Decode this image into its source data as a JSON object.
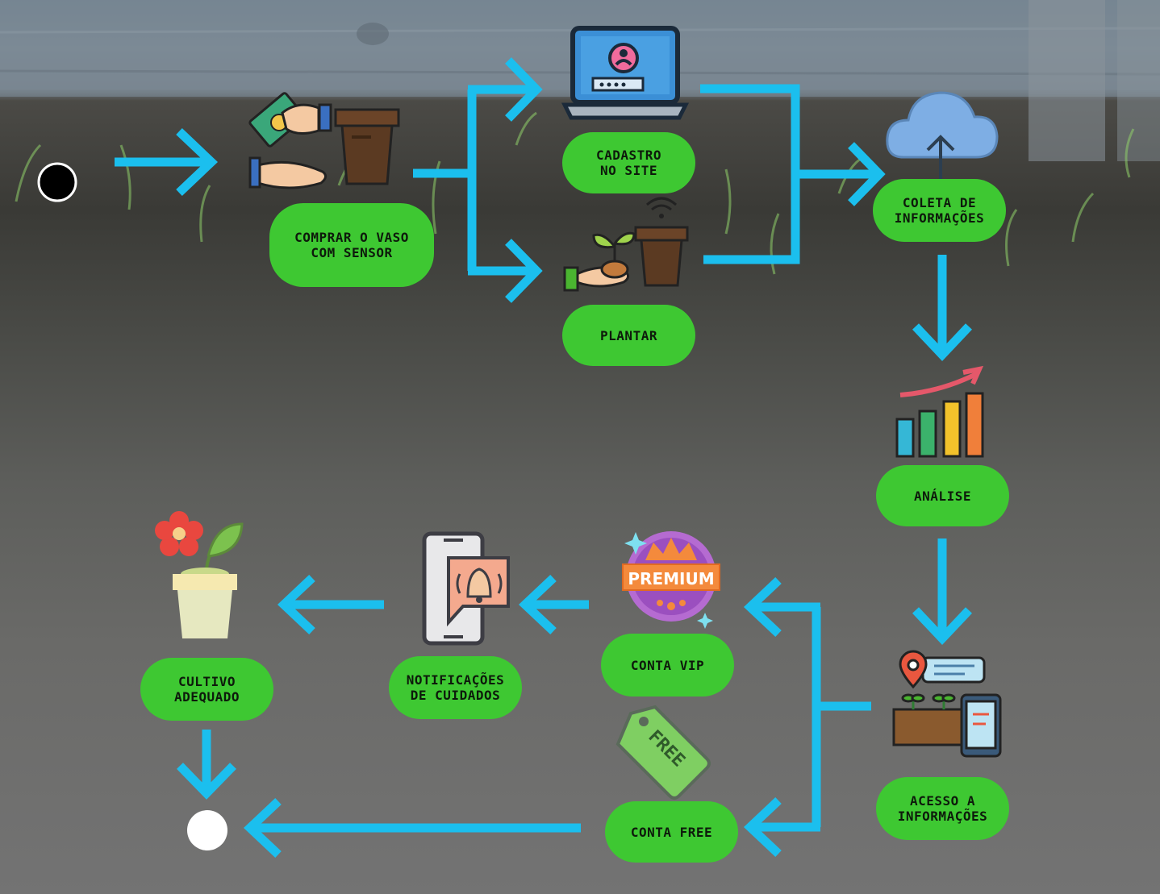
{
  "colors": {
    "arrow": "#1bbfee",
    "pill": "#3ec832",
    "pill_text": "#0d1a0b",
    "start_node": "#000000",
    "end_node": "#ffffff"
  },
  "nodes": {
    "comprar": "COMPRAR O VASO\nCOM SENSOR",
    "cadastro": "CADASTRO\nNO SITE",
    "plantar": "PLANTAR",
    "coleta": "COLETA DE\nINFORMAÇÕES",
    "analise": "ANÁLISE",
    "acesso": "ACESSO A\nINFORMAÇÕES",
    "vip": "CONTA VIP",
    "free": "CONTA FREE",
    "notificacoes": "NOTIFICAÇÕES\nDE CUIDADOS",
    "cultivo": "CULTIVO\nADEQUADO"
  },
  "icons": {
    "purchase": "money-hand-pot-icon",
    "laptop": "laptop-login-icon",
    "planting": "hand-seedling-pot-icon",
    "cloud": "cloud-upload-icon",
    "chart": "growth-chart-icon",
    "info_access": "location-phone-garden-icon",
    "premium": "premium-badge-icon",
    "free_tag": "free-tag-icon",
    "phone_bell": "phone-notification-icon",
    "flower": "flower-pot-icon"
  },
  "badges": {
    "premium_label": "PREMIUM",
    "free_label": "FREE"
  }
}
